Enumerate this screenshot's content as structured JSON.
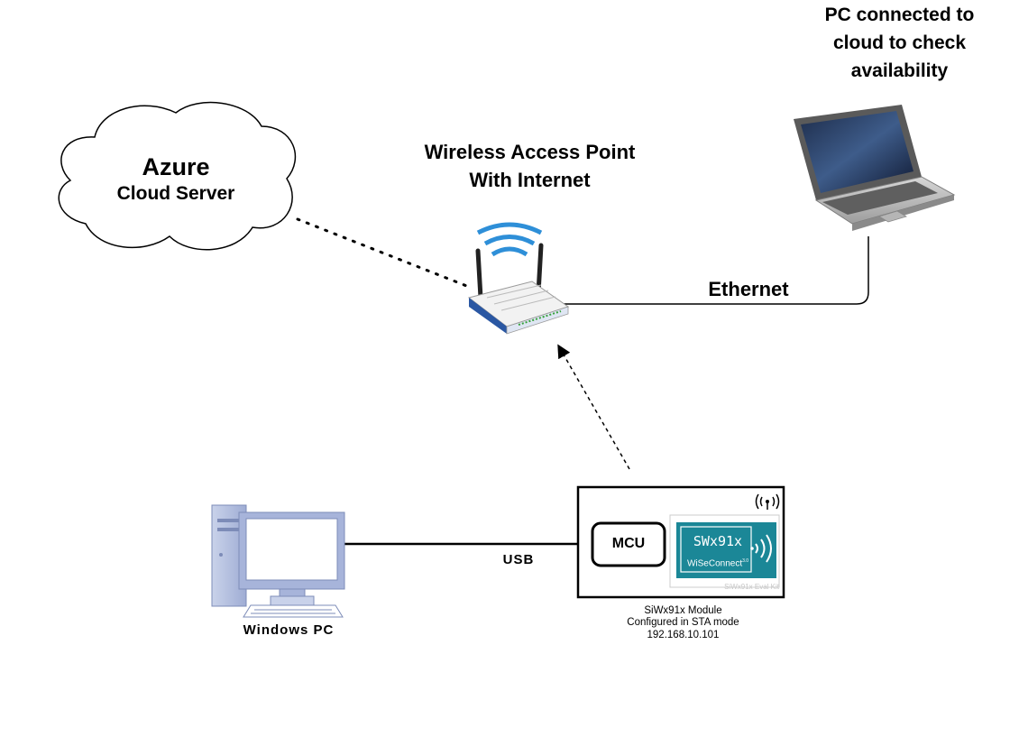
{
  "cloud": {
    "title": "Azure",
    "subtitle": "Cloud Server"
  },
  "access_point": {
    "line1": "Wireless Access Point",
    "line2": "With Internet"
  },
  "laptop": {
    "line1": "PC connected to",
    "line2": "cloud to check",
    "line3": "availability"
  },
  "links": {
    "ethernet": "Ethernet",
    "usb": "USB"
  },
  "windows_pc": {
    "label": "Windows PC"
  },
  "module": {
    "mcu": "MCU",
    "chip_name": "SWx91x",
    "chip_sub": "WiSeConnect",
    "chip_sup": "3.0",
    "board_caption": "SiWx91x Eval Kit",
    "name": "SiWx91x Module",
    "mode": "Configured in STA mode",
    "ip": "192.168.10.101"
  },
  "colors": {
    "chip_teal": "#1b8797",
    "router_blue": "#2a57a3",
    "wifi_blue": "#2e8fd8"
  }
}
